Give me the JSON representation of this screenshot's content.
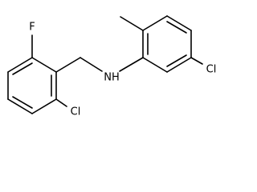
{
  "molecule": {
    "atom_labels": {
      "fluorine": "F",
      "chlorine_left": "Cl",
      "amine": "NH",
      "chlorine_right": "Cl"
    },
    "colors": {
      "bond": "#000000",
      "label": "#000000",
      "background": "#ffffff"
    }
  }
}
